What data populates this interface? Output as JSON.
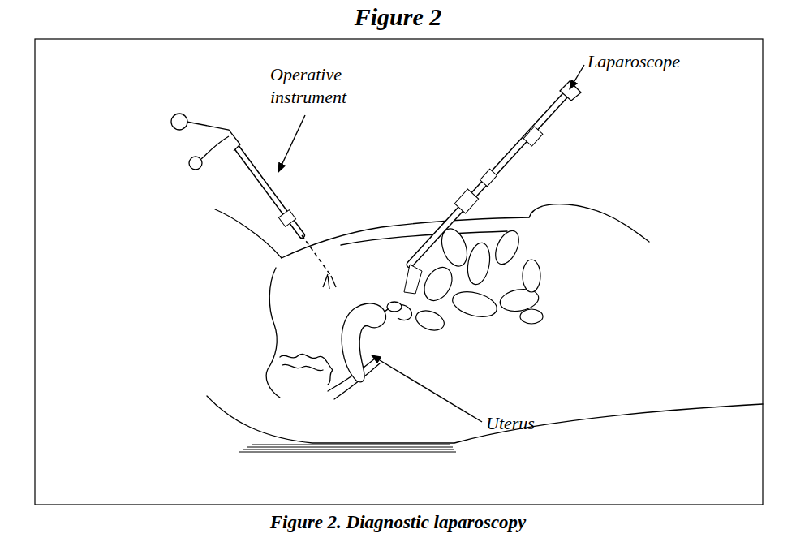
{
  "diagram": {
    "title": "Figure 2",
    "caption": "Figure 2. Diagnostic laparoscopy",
    "labels": [
      "Operative instrument",
      "Laparoscope",
      "Uterus"
    ]
  }
}
